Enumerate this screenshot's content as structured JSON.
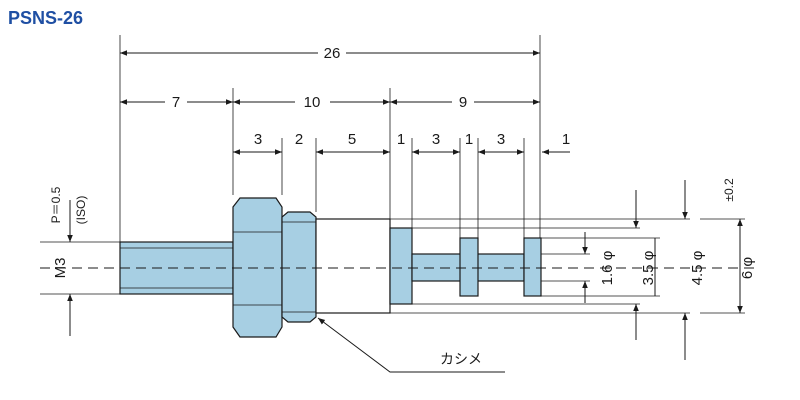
{
  "title": "PSNS-26",
  "colors": {
    "title": "#1f4fa3",
    "part_fill": "#a7cfe3",
    "body_fill": "#ffffff",
    "line": "#1a1a1a"
  },
  "dimensions": {
    "overall": "26",
    "thread_length": "7",
    "hex_section": "10",
    "tip_section": "9",
    "hex_width": "3",
    "collar_width": "2",
    "body_width": "5",
    "tip_seg_1": "1",
    "tip_seg_2": "3",
    "tip_seg_3": "1",
    "tip_seg_4": "3",
    "tip_seg_5": "1"
  },
  "diameters": {
    "d1": "1.6 φ",
    "d2": "3.5 φ",
    "d3": "4.5 φ",
    "d4": "6 φ",
    "tolerance": "±0.2"
  },
  "thread": {
    "size": "M3",
    "pitch": "P＝0.5",
    "standard": "(ISO)"
  },
  "callout": {
    "label": "カシメ"
  }
}
